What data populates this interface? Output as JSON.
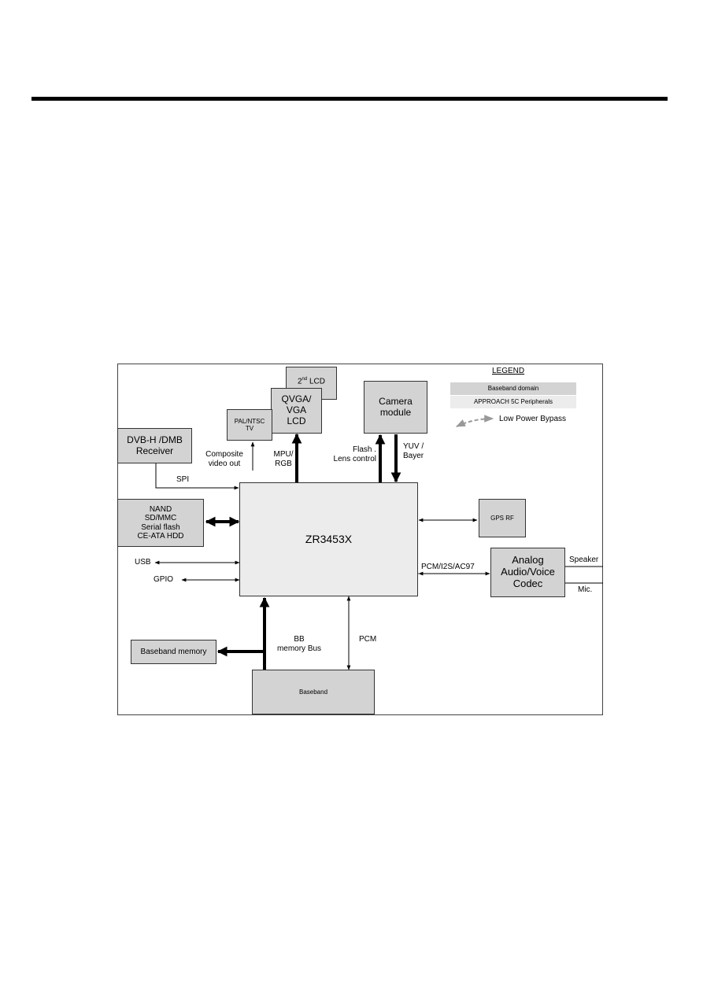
{
  "legend": {
    "title": "LEGEND",
    "baseband_domain": "Baseband domain",
    "approach_peripherals": "APPROACH 5C Peripherals",
    "low_power_bypass": "Low Power Bypass"
  },
  "blocks": {
    "lcd2_pre": "2",
    "lcd2_sup": "nd",
    "lcd2_post": " LCD",
    "qvga_l1": "QVGA/",
    "qvga_l2": "VGA",
    "qvga_l3": "LCD",
    "palntsc_l1": "PAL/NTSC",
    "palntsc_l2": "TV",
    "camera_l1": "Camera",
    "camera_l2": "module",
    "dvbh_l1": "DVB-H /DMB",
    "dvbh_l2": "Receiver",
    "nand_l1": "NAND",
    "nand_l2": "SD/MMC",
    "nand_l3": "Serial flash",
    "nand_l4": "CE-ATA HDD",
    "zr": "ZR3453X",
    "gpsrf": "GPS RF",
    "codec_l1": "Analog",
    "codec_l2": "Audio/Voice",
    "codec_l3": "Codec",
    "bbmem": "Baseband memory",
    "baseband": "Baseband"
  },
  "labels": {
    "composite_l1": "Composite",
    "composite_l2": "video out",
    "mpu_l1": "MPU/",
    "mpu_l2": "RGB",
    "flash_l1": "Flash .",
    "flash_l2": "Lens control",
    "yuv_l1": "YUV /",
    "yuv_l2": "Bayer",
    "spi": "SPI",
    "usb": "USB",
    "gpio": "GPIO",
    "pcm_i2s": "PCM/I2S/AC97",
    "speaker": "Speaker",
    "mic": "Mic.",
    "bb_bus_l1": "BB",
    "bb_bus_l2": "memory Bus",
    "pcm": "PCM"
  },
  "colors": {
    "baseband_domain": "#d3d3d3",
    "approach_peripherals": "#ececec",
    "bypass_arrow": "#999999"
  }
}
